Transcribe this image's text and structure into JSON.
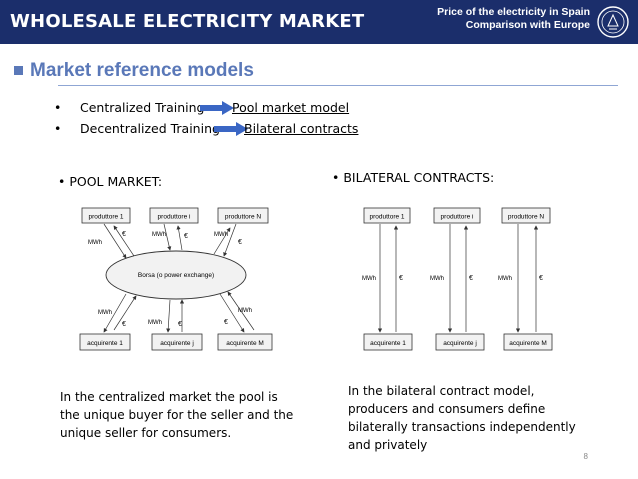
{
  "header": {
    "title": "WHOLESALE ELECTRICITY MARKET",
    "right_line1": "Price of the electricity in Spain",
    "right_line2": "Comparison with Europe",
    "colors": {
      "bar": "#1b2e6b",
      "accent": "#5a78b8"
    }
  },
  "section": {
    "title": "Market reference models"
  },
  "list": [
    {
      "bullet": "•",
      "text": "Centralized Training",
      "link": "Pool market model"
    },
    {
      "bullet": "•",
      "text": "Decentralized Training",
      "link": "Bilateral contracts"
    }
  ],
  "pool": {
    "heading": "• POOL MARKET:",
    "producers": [
      "produttore 1",
      "produttore i",
      "produttore N"
    ],
    "exchange": "Borsa (o power exchange)",
    "consumers": [
      "acquirente 1",
      "acquirente j",
      "acquirente M"
    ],
    "mwh": "MWh",
    "euro": "€",
    "caption": [
      "In the centralized market the pool is",
      "the unique buyer for the seller and the",
      "unique seller for consumers."
    ]
  },
  "bilateral": {
    "heading": "• BILATERAL CONTRACTS:",
    "producers": [
      "produttore 1",
      "produttore i",
      "produttore N"
    ],
    "consumers": [
      "acquirente 1",
      "acquirente j",
      "acquirente M"
    ],
    "mwh": "MWh",
    "euro": "€",
    "caption": [
      "In the bilateral contract model,",
      "producers and consumers define",
      "bilaterally transactions independently",
      "and privately"
    ]
  },
  "page_number": "8"
}
